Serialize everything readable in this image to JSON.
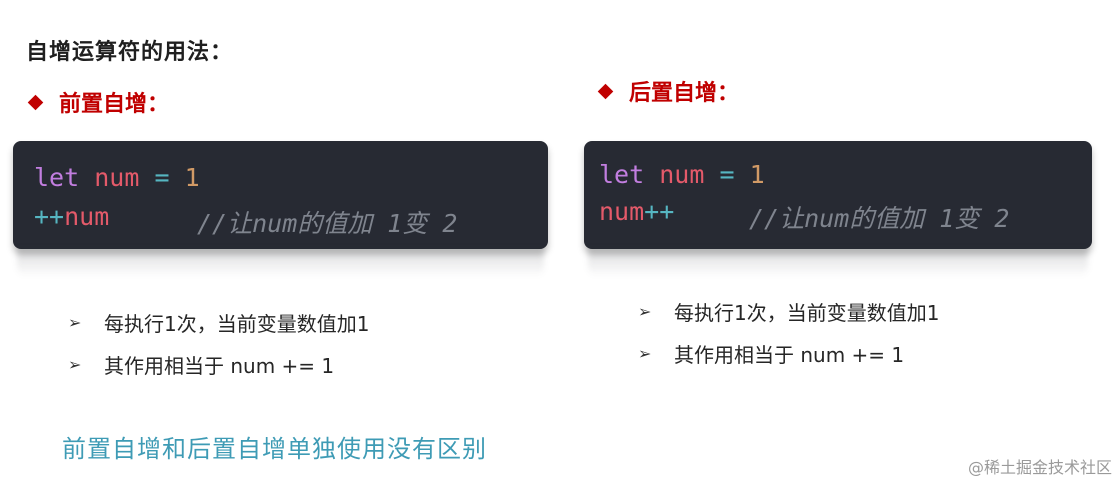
{
  "title": "自增运算符的用法：",
  "pre_increment": {
    "heading": "前置自增：",
    "code": {
      "line1": {
        "keyword": "let",
        "variable": "num",
        "operator": "=",
        "number": "1"
      },
      "line2": {
        "prefix": "++",
        "variable": "num",
        "comment": "//让num的值加 1变 2"
      }
    },
    "bullets": [
      "每执行1次，当前变量数值加1",
      "其作用相当于 num += 1"
    ]
  },
  "post_increment": {
    "heading": "后置自增：",
    "code": {
      "line1": {
        "keyword": "let",
        "variable": "num",
        "operator": "=",
        "number": "1"
      },
      "line2": {
        "variable": "num",
        "suffix": "++",
        "comment": "//让num的值加 1变 2"
      }
    },
    "bullets": [
      "每执行1次，当前变量数值加1",
      "其作用相当于 num += 1"
    ]
  },
  "note": "前置自增和后置自增单独使用没有区别",
  "watermark": "@稀土掘金技术社区",
  "colors": {
    "heading_red": "#c00000",
    "code_bg": "#272a33",
    "keyword": "#c27ee0",
    "variable": "#e45a6a",
    "operator": "#56b6c2",
    "number": "#d19a66",
    "comment": "#7f848e",
    "note": "#3e9bb5"
  },
  "icons": {
    "heading_marker": "diamond-icon",
    "bullet_marker": "arrow-right-icon"
  }
}
